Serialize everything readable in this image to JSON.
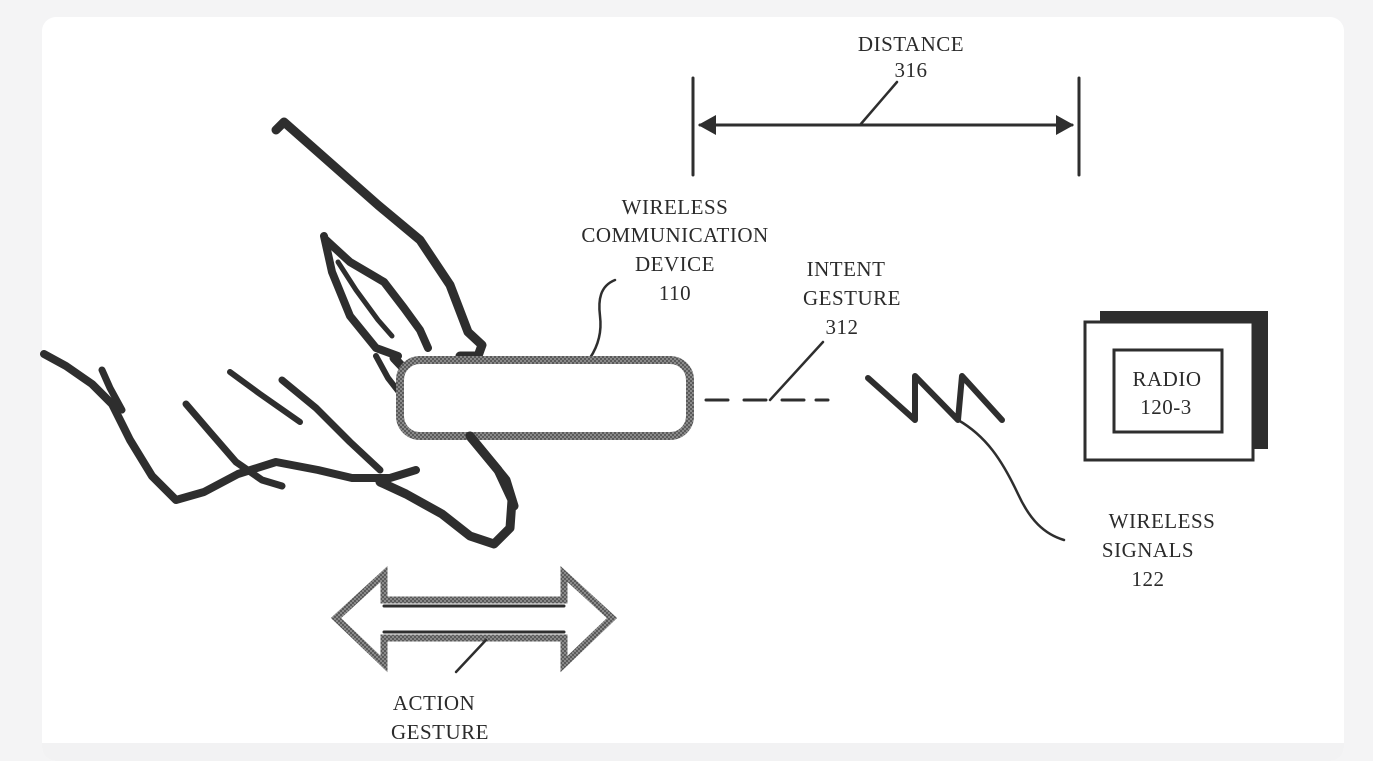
{
  "labels": {
    "distance": {
      "line1": "DISTANCE",
      "line2": "316"
    },
    "device": {
      "line1": "WIRELESS",
      "line2": "COMMUNICATION",
      "line3": "DEVICE",
      "line4": "110"
    },
    "intent": {
      "line1": "INTENT",
      "line2": "GESTURE",
      "line3": "312"
    },
    "radio": {
      "line1": "RADIO",
      "line2": "120-3"
    },
    "signals": {
      "line1": "WIRELESS",
      "line2": "SIGNALS",
      "line3": "122"
    },
    "action": {
      "line1": "ACTION",
      "line2": "GESTURE"
    }
  }
}
